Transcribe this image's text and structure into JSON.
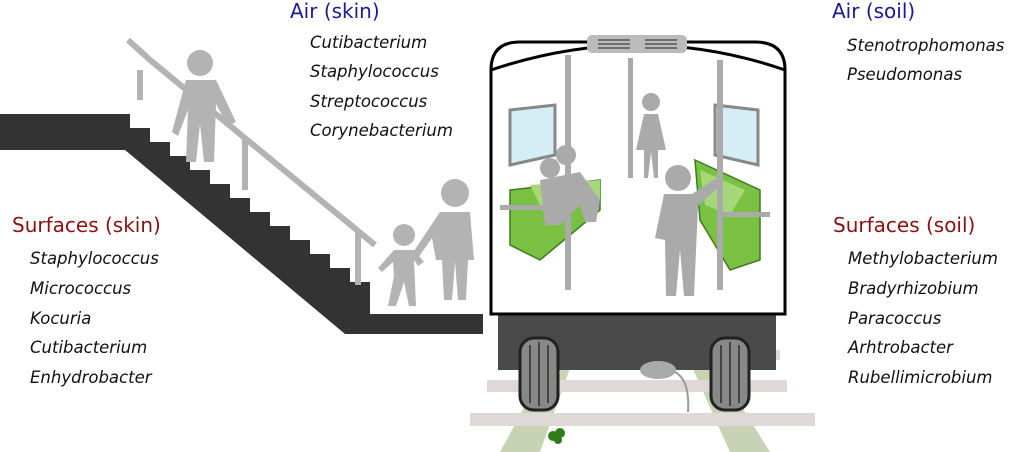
{
  "colors": {
    "air": "#1a1a99",
    "surfaces": "#8b1010",
    "stairs": "#333333",
    "people": "#b3b3b3",
    "seat": "#7ac143"
  },
  "air_skin": {
    "title": "Air (skin)",
    "items": [
      "Cutibacterium",
      "Staphylococcus",
      "Streptococcus",
      "Corynebacterium"
    ]
  },
  "air_soil": {
    "title": "Air (soil)",
    "items": [
      "Stenotrophomonas",
      "Pseudomonas"
    ]
  },
  "surfaces_skin": {
    "title": "Surfaces (skin)",
    "items": [
      "Staphylococcus",
      "Micrococcus",
      "Kocuria",
      "Cutibacterium",
      "Enhydrobacter"
    ]
  },
  "surfaces_soil": {
    "title": "Surfaces (soil)",
    "items": [
      "Methylobacterium",
      "Bradyrhizobium",
      "Paracoccus",
      "Arhtrobacter",
      "Rubellimicrobium"
    ]
  }
}
